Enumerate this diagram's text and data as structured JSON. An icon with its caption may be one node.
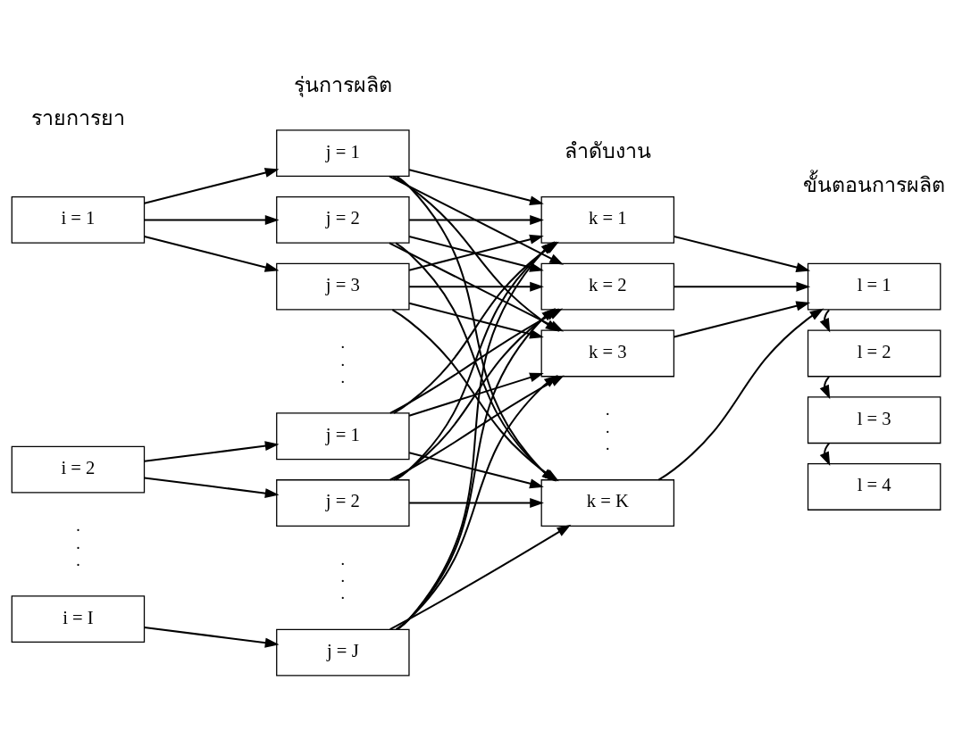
{
  "diagram": {
    "nodes": [
      {
        "text": [
          "i = 1"
        ]
      },
      {
        "text": [
          "i = 2"
        ]
      },
      {
        "text": [
          "i = I"
        ]
      },
      {
        "text": [
          "j = 1"
        ]
      },
      {
        "text": [
          "j = 2"
        ]
      },
      {
        "text": [
          "j = 3"
        ]
      },
      {
        "text": [
          "j = 1"
        ]
      },
      {
        "text": [
          "j = 2"
        ]
      },
      {
        "text": [
          "j = J"
        ]
      },
      {
        "text": [
          "k = 1"
        ]
      },
      {
        "text": [
          "k = 2"
        ]
      },
      {
        "text": [
          "k = 3"
        ]
      },
      {
        "text": [
          "k = K"
        ]
      },
      {
        "text": [
          "l = 1"
        ]
      },
      {
        "text": [
          "l = 2"
        ]
      },
      {
        "text": [
          "l = 3"
        ]
      },
      {
        "text": [
          "l = 4"
        ]
      }
    ],
    "edges": [
      {
        "from": 0,
        "to": 3,
        "arrow": "to"
      },
      {
        "from": 0,
        "to": 4,
        "arrow": "to"
      },
      {
        "from": 0,
        "to": 5,
        "arrow": "to"
      },
      {
        "from": 1,
        "to": 6,
        "arrow": "to"
      },
      {
        "from": 1,
        "to": 7,
        "arrow": "to"
      },
      {
        "from": 2,
        "to": 8,
        "arrow": "to"
      },
      {
        "from": 3,
        "to": 9,
        "arrow": "to"
      },
      {
        "from": 3,
        "to": 10,
        "arrow": "to"
      },
      {
        "from": 3,
        "to": 11,
        "arrow": "to"
      },
      {
        "from": 3,
        "to": 12,
        "arrow": "to"
      },
      {
        "from": 4,
        "to": 9,
        "arrow": "to"
      },
      {
        "from": 4,
        "to": 10,
        "arrow": "to"
      },
      {
        "from": 4,
        "to": 11,
        "arrow": "to"
      },
      {
        "from": 4,
        "to": 12,
        "arrow": "to"
      },
      {
        "from": 5,
        "to": 9,
        "arrow": "to"
      },
      {
        "from": 5,
        "to": 10,
        "arrow": "to"
      },
      {
        "from": 5,
        "to": 11,
        "arrow": "to"
      },
      {
        "from": 5,
        "to": 12,
        "arrow": "to"
      },
      {
        "from": 6,
        "to": 9,
        "arrow": "to"
      },
      {
        "from": 6,
        "to": 10,
        "arrow": "to"
      },
      {
        "from": 6,
        "to": 11,
        "arrow": "to"
      },
      {
        "from": 6,
        "to": 12,
        "arrow": "to"
      },
      {
        "from": 7,
        "to": 9,
        "arrow": "to"
      },
      {
        "from": 7,
        "to": 10,
        "arrow": "to"
      },
      {
        "from": 7,
        "to": 11,
        "arrow": "to"
      },
      {
        "from": 7,
        "to": 12,
        "arrow": "to"
      },
      {
        "from": 8,
        "to": 9,
        "arrow": "to"
      },
      {
        "from": 8,
        "to": 10,
        "arrow": "to"
      },
      {
        "from": 8,
        "to": 11,
        "arrow": "to"
      },
      {
        "from": 8,
        "to": 12,
        "arrow": "to"
      },
      {
        "from": 9,
        "to": 13,
        "arrow": "to"
      },
      {
        "from": 10,
        "to": 13,
        "arrow": "to"
      },
      {
        "from": 11,
        "to": 13,
        "arrow": "to"
      },
      {
        "from": 12,
        "to": 13,
        "arrow": "to"
      },
      {
        "from": 13,
        "to": 14,
        "arrow": "to"
      },
      {
        "from": 14,
        "to": 15,
        "arrow": "to"
      },
      {
        "from": 15,
        "to": 16,
        "arrow": "to"
      }
    ],
    "labels": [
      "รายการยา",
      "รุ่นการผลิต",
      "ลำดับงาน",
      "ขั้นตอนการผลิต",
      ". . .",
      ". . .",
      ". . .",
      ". . ."
    ]
  }
}
